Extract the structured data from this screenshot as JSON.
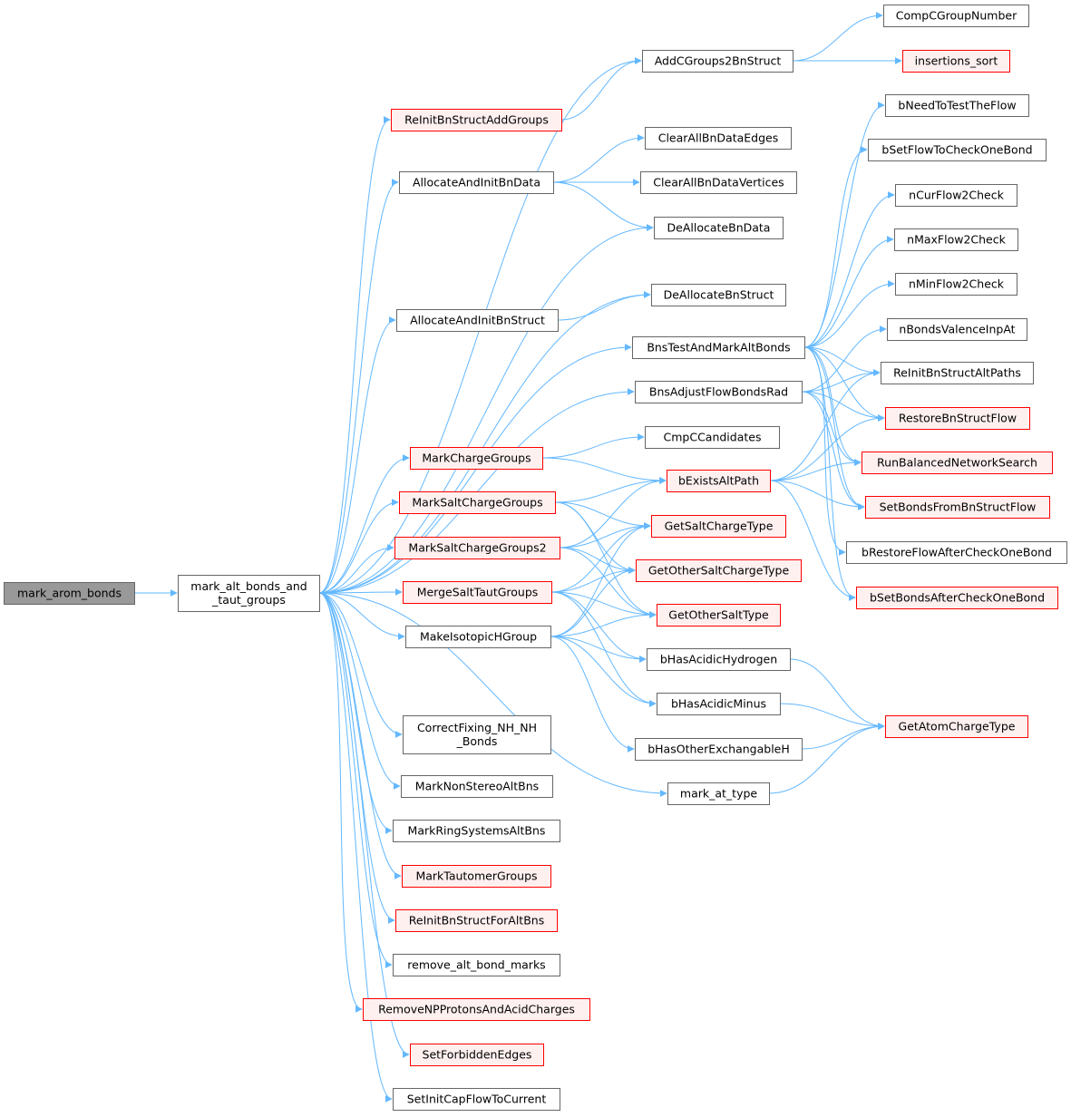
{
  "colors": {
    "edge": "#63b8ff",
    "normal_fill": "#ffffff",
    "normal_stroke": "#666666",
    "truncated_fill": "#fff0f0",
    "truncated_stroke": "#ff0000",
    "root_fill": "#999999",
    "root_stroke": "#666666"
  },
  "nodes": [
    {
      "id": "n0",
      "label": "mark_arom_bonds",
      "style": "root"
    },
    {
      "id": "n1",
      "label": "mark_alt_bonds_and\n_taut_groups",
      "style": "normal"
    },
    {
      "id": "n2",
      "label": "AddCGroups2BnStruct",
      "style": "normal"
    },
    {
      "id": "n3",
      "label": "CompCGroupNumber",
      "style": "normal"
    },
    {
      "id": "n4",
      "label": "insertions_sort",
      "style": "truncated"
    },
    {
      "id": "n5",
      "label": "ReInitBnStructAddGroups",
      "style": "truncated"
    },
    {
      "id": "n6",
      "label": "AllocateAndInitBnData",
      "style": "normal"
    },
    {
      "id": "n7",
      "label": "ClearAllBnDataEdges",
      "style": "normal"
    },
    {
      "id": "n8",
      "label": "ClearAllBnDataVertices",
      "style": "normal"
    },
    {
      "id": "n9",
      "label": "DeAllocateBnData",
      "style": "normal"
    },
    {
      "id": "n10",
      "label": "AllocateAndInitBnStruct",
      "style": "normal"
    },
    {
      "id": "n11",
      "label": "DeAllocateBnStruct",
      "style": "normal"
    },
    {
      "id": "n12",
      "label": "BnsTestAndMarkAltBonds",
      "style": "normal"
    },
    {
      "id": "n13",
      "label": "bNeedToTestTheFlow",
      "style": "normal"
    },
    {
      "id": "n14",
      "label": "bSetFlowToCheckOneBond",
      "style": "normal"
    },
    {
      "id": "n15",
      "label": "nCurFlow2Check",
      "style": "normal"
    },
    {
      "id": "n16",
      "label": "nMaxFlow2Check",
      "style": "normal"
    },
    {
      "id": "n17",
      "label": "nMinFlow2Check",
      "style": "normal"
    },
    {
      "id": "n18",
      "label": "nBondsValenceInpAt",
      "style": "normal"
    },
    {
      "id": "n19",
      "label": "ReInitBnStructAltPaths",
      "style": "normal"
    },
    {
      "id": "n20",
      "label": "RestoreBnStructFlow",
      "style": "truncated"
    },
    {
      "id": "n21",
      "label": "RunBalancedNetworkSearch",
      "style": "truncated"
    },
    {
      "id": "n22",
      "label": "SetBondsFromBnStructFlow",
      "style": "truncated"
    },
    {
      "id": "n23",
      "label": "bRestoreFlowAfterCheckOneBond",
      "style": "normal"
    },
    {
      "id": "n24",
      "label": "bSetBondsAfterCheckOneBond",
      "style": "truncated"
    },
    {
      "id": "n25",
      "label": "BnsAdjustFlowBondsRad",
      "style": "normal"
    },
    {
      "id": "n26",
      "label": "CmpCCandidates",
      "style": "normal"
    },
    {
      "id": "n27",
      "label": "MarkChargeGroups",
      "style": "truncated"
    },
    {
      "id": "n28",
      "label": "bExistsAltPath",
      "style": "truncated"
    },
    {
      "id": "n29",
      "label": "MarkSaltChargeGroups",
      "style": "truncated"
    },
    {
      "id": "n30",
      "label": "GetSaltChargeType",
      "style": "truncated"
    },
    {
      "id": "n31",
      "label": "MarkSaltChargeGroups2",
      "style": "truncated"
    },
    {
      "id": "n32",
      "label": "GetOtherSaltChargeType",
      "style": "truncated"
    },
    {
      "id": "n33",
      "label": "MergeSaltTautGroups",
      "style": "truncated"
    },
    {
      "id": "n34",
      "label": "GetOtherSaltType",
      "style": "truncated"
    },
    {
      "id": "n35",
      "label": "MakeIsotopicHGroup",
      "style": "normal"
    },
    {
      "id": "n36",
      "label": "bHasAcidicHydrogen",
      "style": "normal"
    },
    {
      "id": "n37",
      "label": "bHasAcidicMinus",
      "style": "normal"
    },
    {
      "id": "n38",
      "label": "GetAtomChargeType",
      "style": "truncated"
    },
    {
      "id": "n39",
      "label": "bHasOtherExchangableH",
      "style": "normal"
    },
    {
      "id": "n40",
      "label": "mark_at_type",
      "style": "normal"
    },
    {
      "id": "n41",
      "label": "CorrectFixing_NH_NH\n_Bonds",
      "style": "normal"
    },
    {
      "id": "n42",
      "label": "MarkNonStereoAltBns",
      "style": "normal"
    },
    {
      "id": "n43",
      "label": "MarkRingSystemsAltBns",
      "style": "normal"
    },
    {
      "id": "n44",
      "label": "MarkTautomerGroups",
      "style": "truncated"
    },
    {
      "id": "n45",
      "label": "ReInitBnStructForAltBns",
      "style": "truncated"
    },
    {
      "id": "n46",
      "label": "remove_alt_bond_marks",
      "style": "normal"
    },
    {
      "id": "n47",
      "label": "RemoveNPProtonsAndAcidCharges",
      "style": "truncated"
    },
    {
      "id": "n48",
      "label": "SetForbiddenEdges",
      "style": "truncated"
    },
    {
      "id": "n49",
      "label": "SetInitCapFlowToCurrent",
      "style": "normal"
    }
  ],
  "edges": [
    [
      "n0",
      "n1"
    ],
    [
      "n1",
      "n2"
    ],
    [
      "n1",
      "n5"
    ],
    [
      "n1",
      "n6"
    ],
    [
      "n1",
      "n9"
    ],
    [
      "n1",
      "n11"
    ],
    [
      "n1",
      "n10"
    ],
    [
      "n1",
      "n12"
    ],
    [
      "n1",
      "n25"
    ],
    [
      "n1",
      "n27"
    ],
    [
      "n1",
      "n29"
    ],
    [
      "n1",
      "n31"
    ],
    [
      "n1",
      "n33"
    ],
    [
      "n1",
      "n35"
    ],
    [
      "n1",
      "n40"
    ],
    [
      "n1",
      "n41"
    ],
    [
      "n1",
      "n42"
    ],
    [
      "n1",
      "n43"
    ],
    [
      "n1",
      "n44"
    ],
    [
      "n1",
      "n45"
    ],
    [
      "n1",
      "n46"
    ],
    [
      "n1",
      "n47"
    ],
    [
      "n1",
      "n48"
    ],
    [
      "n1",
      "n49"
    ],
    [
      "n2",
      "n3"
    ],
    [
      "n2",
      "n4"
    ],
    [
      "n5",
      "n2"
    ],
    [
      "n6",
      "n7"
    ],
    [
      "n6",
      "n8"
    ],
    [
      "n6",
      "n9"
    ],
    [
      "n10",
      "n11"
    ],
    [
      "n12",
      "n13"
    ],
    [
      "n12",
      "n14"
    ],
    [
      "n12",
      "n15"
    ],
    [
      "n12",
      "n16"
    ],
    [
      "n12",
      "n17"
    ],
    [
      "n12",
      "n19"
    ],
    [
      "n12",
      "n20"
    ],
    [
      "n12",
      "n21"
    ],
    [
      "n12",
      "n22"
    ],
    [
      "n12",
      "n23"
    ],
    [
      "n12",
      "n24"
    ],
    [
      "n25",
      "n18"
    ],
    [
      "n25",
      "n19"
    ],
    [
      "n25",
      "n20"
    ],
    [
      "n25",
      "n21"
    ],
    [
      "n25",
      "n22"
    ],
    [
      "n27",
      "n26"
    ],
    [
      "n27",
      "n28"
    ],
    [
      "n28",
      "n19"
    ],
    [
      "n28",
      "n20"
    ],
    [
      "n28",
      "n21"
    ],
    [
      "n28",
      "n22"
    ],
    [
      "n28",
      "n24"
    ],
    [
      "n29",
      "n28"
    ],
    [
      "n29",
      "n30"
    ],
    [
      "n29",
      "n32"
    ],
    [
      "n29",
      "n34"
    ],
    [
      "n31",
      "n28"
    ],
    [
      "n31",
      "n30"
    ],
    [
      "n31",
      "n32"
    ],
    [
      "n31",
      "n34"
    ],
    [
      "n33",
      "n30"
    ],
    [
      "n33",
      "n32"
    ],
    [
      "n33",
      "n34"
    ],
    [
      "n33",
      "n36"
    ],
    [
      "n33",
      "n37"
    ],
    [
      "n35",
      "n30"
    ],
    [
      "n35",
      "n32"
    ],
    [
      "n35",
      "n34"
    ],
    [
      "n35",
      "n36"
    ],
    [
      "n35",
      "n37"
    ],
    [
      "n35",
      "n39"
    ],
    [
      "n36",
      "n38"
    ],
    [
      "n37",
      "n38"
    ],
    [
      "n39",
      "n38"
    ],
    [
      "n40",
      "n38"
    ]
  ]
}
